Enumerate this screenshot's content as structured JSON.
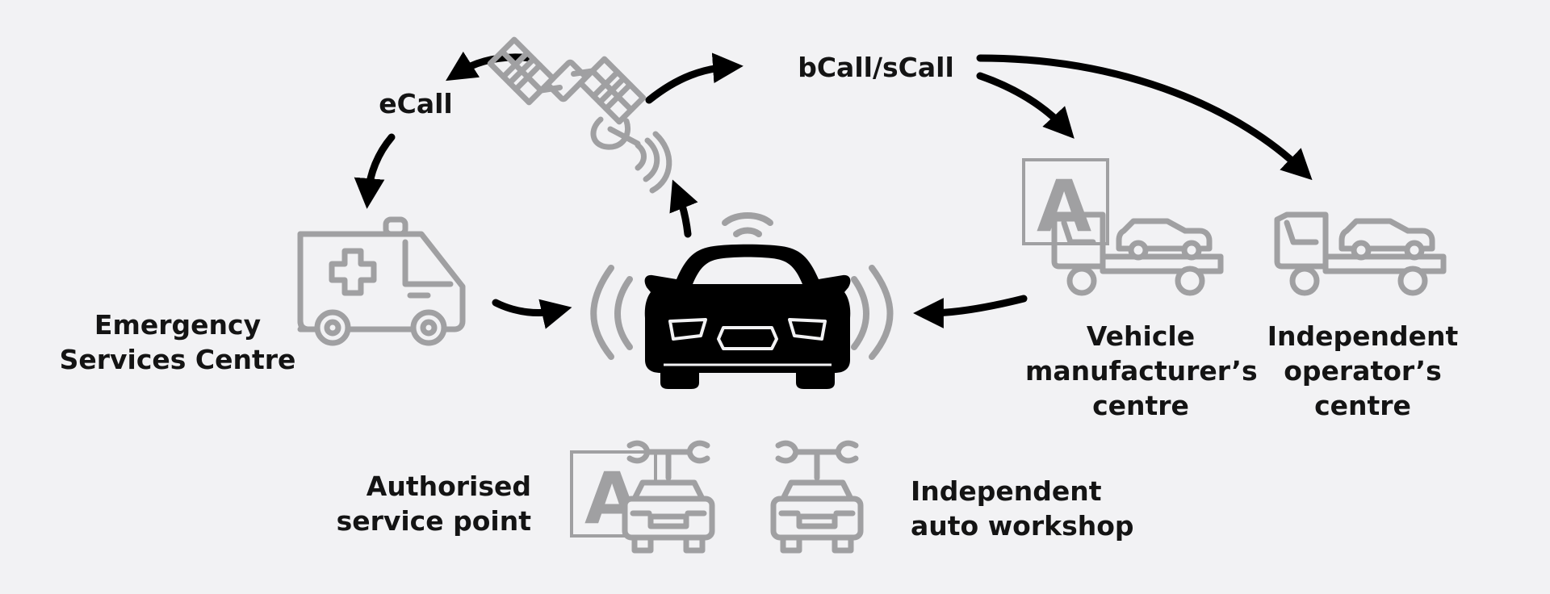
{
  "labels": {
    "ecall": "eCall",
    "bcall_scall": "bCall/sCall",
    "emergency_centre": [
      "Emergency",
      "Services Centre"
    ],
    "vehicle_manufacturer_centre": [
      "Vehicle",
      "manufacturer’s",
      "centre"
    ],
    "independent_operator_centre": [
      "Independent",
      "operator’s",
      "centre"
    ],
    "authorised_service_point": [
      "Authorised",
      "service point"
    ],
    "independent_auto_workshop": [
      "Independent",
      "auto workshop"
    ]
  },
  "badge_letter": "A",
  "colors": {
    "background": "#f2f2f4",
    "icon_gray": "#a0a0a2",
    "arrow_black": "#000000",
    "text": "#141414"
  },
  "icons": [
    "satellite-icon",
    "connected-car-icon",
    "ambulance-icon",
    "tow-truck-icon",
    "car-repair-icon",
    "authorised-badge-icon"
  ]
}
